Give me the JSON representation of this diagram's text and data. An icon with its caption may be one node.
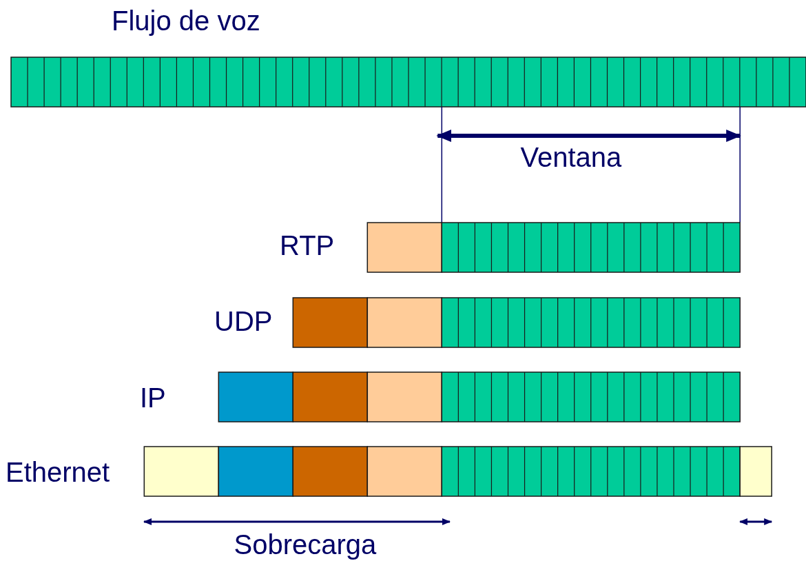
{
  "diagram": {
    "labels": [
      "Flujo de voz",
      "Ventana",
      "RTP",
      "UDP",
      "IP",
      "Ethernet",
      "Sobrecarga"
    ]
  }
}
